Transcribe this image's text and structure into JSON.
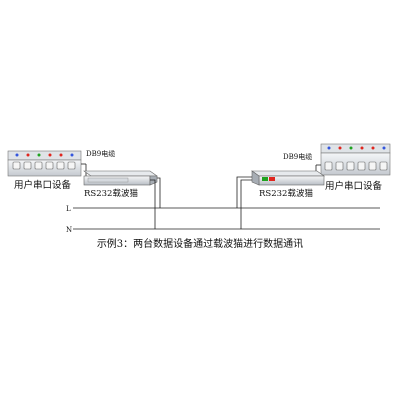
{
  "left": {
    "device_label": "用户串口设备",
    "cable_label": "DB9电缆",
    "modem_label": "RS232载波猫"
  },
  "right": {
    "device_label": "用户串口设备",
    "cable_label": "DB9电缆",
    "modem_label": "RS232载波猫"
  },
  "lines": {
    "live": "L",
    "neutral": "N"
  },
  "caption": "示例3：两台数据设备通过载波猫进行数据通讯",
  "colors": {
    "led_red": "#e0261e",
    "led_green": "#1fa31f",
    "led_blue": "#3355dd",
    "wire": "#222222"
  }
}
